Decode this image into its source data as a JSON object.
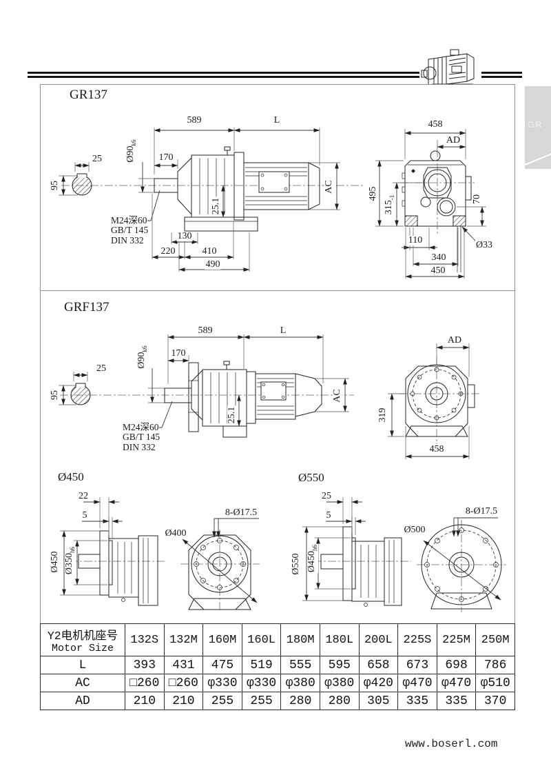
{
  "page": {
    "tab": "GR",
    "footer": "www.boserl.com"
  },
  "gr137": {
    "title": "GR137",
    "side": {
      "overall": "589",
      "motor_len": "L",
      "ext": "170",
      "shaft_d": "Ø90",
      "shaft_fit": "k6",
      "key_w": "25",
      "shaft_h": "95",
      "tap": "M24深60",
      "std1": "GB/T 145",
      "std2": "DIN 332",
      "key_h": "25.1",
      "foot_a": "130",
      "foot_b": "220",
      "foot_c": "410",
      "foot_d": "490",
      "motor_d": "AC"
    },
    "end": {
      "w": "458",
      "ad": "AD",
      "h": "495",
      "axis_h": "315",
      "axis_tol": "-1",
      "foot_h": "70",
      "hole_sp": "110",
      "hole_d": "Ø33",
      "bolt_sp": "340",
      "base_w": "450"
    }
  },
  "grf137": {
    "title": "GRF137",
    "side": {
      "overall": "589",
      "motor_len": "L",
      "ext": "170",
      "shaft_d": "Ø90",
      "shaft_fit": "k6",
      "key_w": "25",
      "shaft_h": "95",
      "tap": "M24深60",
      "std1": "GB/T 145",
      "std2": "DIN 332",
      "key_h": "25.1",
      "motor_d": "AC"
    },
    "end": {
      "ad": "AD",
      "axis_h": "319",
      "w": "458"
    }
  },
  "flange450": {
    "title": "Ø450",
    "th1": "22",
    "th2": "5",
    "od": "Ø450",
    "spigot": "Ø350",
    "spigot_fit": "h6",
    "bolt_circle": "Ø400",
    "holes": "8-Ø17.5"
  },
  "flange550": {
    "title": "Ø550",
    "th1": "25",
    "th2": "5",
    "od": "Ø550",
    "spigot": "Ø450",
    "spigot_fit": "h6",
    "bolt_circle": "Ø500",
    "holes": "8-Ø17.5"
  },
  "table": {
    "header_cn": "Y2电机机座号",
    "header_en": "Motor Size",
    "columns": [
      "132S",
      "132M",
      "160M",
      "160L",
      "180M",
      "180L",
      "200L",
      "225S",
      "225M",
      "250M"
    ],
    "rows": [
      {
        "label": "L",
        "values": [
          "393",
          "431",
          "475",
          "519",
          "555",
          "595",
          "658",
          "673",
          "698",
          "786"
        ]
      },
      {
        "label": "AC",
        "values": [
          "□260",
          "□260",
          "φ330",
          "φ330",
          "φ380",
          "φ380",
          "φ420",
          "φ470",
          "φ470",
          "φ510"
        ]
      },
      {
        "label": "AD",
        "values": [
          "210",
          "210",
          "255",
          "255",
          "280",
          "280",
          "305",
          "335",
          "335",
          "370"
        ]
      }
    ]
  }
}
